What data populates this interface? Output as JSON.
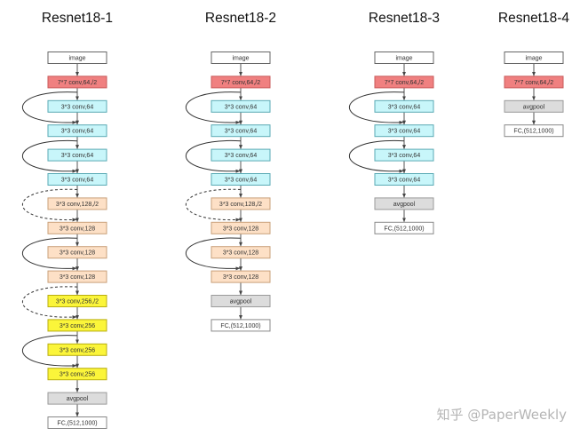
{
  "watermark": "知乎 @PaperWeekly",
  "colors": {
    "image": "#ffffff",
    "conv7": "#f08080",
    "conv64": "#c8f6fa",
    "conv128": "#fde0c6",
    "conv256": "#fbf53a",
    "pool": "#dcdcdc",
    "fc": "#ffffff"
  },
  "networks": [
    {
      "title": "Resnet18-1",
      "layers": [
        {
          "label": "image",
          "type": "image"
        },
        {
          "label": "7*7 conv,64,/2",
          "type": "conv7"
        },
        {
          "label": "3*3 conv,64",
          "type": "conv64"
        },
        {
          "label": "3*3 conv,64",
          "type": "conv64"
        },
        {
          "label": "3*3 conv,64",
          "type": "conv64"
        },
        {
          "label": "3*3 conv,64",
          "type": "conv64"
        },
        {
          "label": "3*3 conv,128,/2",
          "type": "conv128"
        },
        {
          "label": "3*3 conv,128",
          "type": "conv128"
        },
        {
          "label": "3*3 conv,128",
          "type": "conv128"
        },
        {
          "label": "3*3 conv,128",
          "type": "conv128"
        },
        {
          "label": "3*3 conv,256,/2",
          "type": "conv256"
        },
        {
          "label": "3*3 conv,256",
          "type": "conv256"
        },
        {
          "label": "3*3 conv,256",
          "type": "conv256"
        },
        {
          "label": "3*3 conv,256",
          "type": "conv256"
        },
        {
          "label": "avgpool",
          "type": "pool"
        },
        {
          "label": "FC,(512,1000)",
          "type": "fc"
        }
      ],
      "skips": [
        {
          "from": 1,
          "to": 3,
          "dashed": false
        },
        {
          "from": 3,
          "to": 5,
          "dashed": false
        },
        {
          "from": 5,
          "to": 7,
          "dashed": true
        },
        {
          "from": 7,
          "to": 9,
          "dashed": false
        },
        {
          "from": 9,
          "to": 11,
          "dashed": true
        },
        {
          "from": 11,
          "to": 13,
          "dashed": false
        }
      ]
    },
    {
      "title": "Resnet18-2",
      "layers": [
        {
          "label": "image",
          "type": "image"
        },
        {
          "label": "7*7 conv,64,/2",
          "type": "conv7"
        },
        {
          "label": "3*3 conv,64",
          "type": "conv64"
        },
        {
          "label": "3*3 conv,64",
          "type": "conv64"
        },
        {
          "label": "3*3 conv,64",
          "type": "conv64"
        },
        {
          "label": "3*3 conv,64",
          "type": "conv64"
        },
        {
          "label": "3*3 conv,128,/2",
          "type": "conv128"
        },
        {
          "label": "3*3 conv,128",
          "type": "conv128"
        },
        {
          "label": "3*3 conv,128",
          "type": "conv128"
        },
        {
          "label": "3*3 conv,128",
          "type": "conv128"
        },
        {
          "label": "avgpool",
          "type": "pool"
        },
        {
          "label": "FC,(512,1000)",
          "type": "fc"
        }
      ],
      "skips": [
        {
          "from": 1,
          "to": 3,
          "dashed": false
        },
        {
          "from": 3,
          "to": 5,
          "dashed": false
        },
        {
          "from": 5,
          "to": 7,
          "dashed": true
        },
        {
          "from": 7,
          "to": 9,
          "dashed": false
        }
      ]
    },
    {
      "title": "Resnet18-3",
      "layers": [
        {
          "label": "image",
          "type": "image"
        },
        {
          "label": "7*7 conv,64,/2",
          "type": "conv7"
        },
        {
          "label": "3*3 conv,64",
          "type": "conv64"
        },
        {
          "label": "3*3 conv,64",
          "type": "conv64"
        },
        {
          "label": "3*3 conv,64",
          "type": "conv64"
        },
        {
          "label": "3*3 conv,64",
          "type": "conv64"
        },
        {
          "label": "avgpool",
          "type": "pool"
        },
        {
          "label": "FC,(512,1000)",
          "type": "fc"
        }
      ],
      "skips": [
        {
          "from": 1,
          "to": 3,
          "dashed": false
        },
        {
          "from": 3,
          "to": 5,
          "dashed": false
        }
      ]
    },
    {
      "title": "Resnet18-4",
      "layers": [
        {
          "label": "image",
          "type": "image"
        },
        {
          "label": "7*7 conv,64,/2",
          "type": "conv7"
        },
        {
          "label": "avgpool",
          "type": "pool"
        },
        {
          "label": "FC,(512,1000)",
          "type": "fc"
        }
      ],
      "skips": []
    }
  ]
}
